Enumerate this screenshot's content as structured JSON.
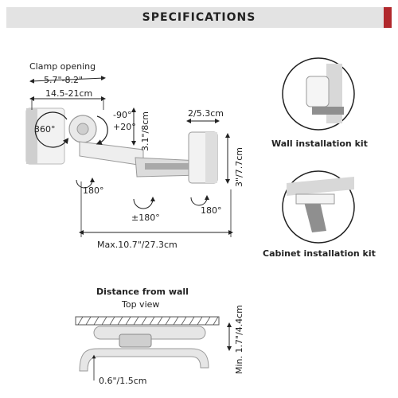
{
  "header": {
    "title": "SPECIFICATIONS"
  },
  "arm_diagram": {
    "clamp_opening": "Clamp opening",
    "clamp_inch": "5.7\"-8.2\"",
    "clamp_cm": "14.5-21cm",
    "rotate_360": "360°",
    "tilt_up": "-90°",
    "tilt_down": "+20°",
    "height_clamp": "3.1\"/8cm",
    "post_width": "2/5.3cm",
    "post_height": "3\"/7.7cm",
    "joint1_swivel": "180°",
    "joint2_swivel": "±180°",
    "joint3_swivel": "180°",
    "max_length": "Max.10.7\"/27.3cm"
  },
  "installs": {
    "wall": "Wall installation kit",
    "cabinet": "Cabinet installation kit"
  },
  "wall_distance": {
    "title": "Distance from wall",
    "subtitle": "Top view",
    "min_dim": "Min. 1.7\"/4.4cm",
    "bottom_dim": "0.6\"/1.5cm"
  },
  "colors": {
    "accent": "#b1282c",
    "header_bg": "#e3e3e3",
    "arm_gray": "#9a9a9a"
  }
}
